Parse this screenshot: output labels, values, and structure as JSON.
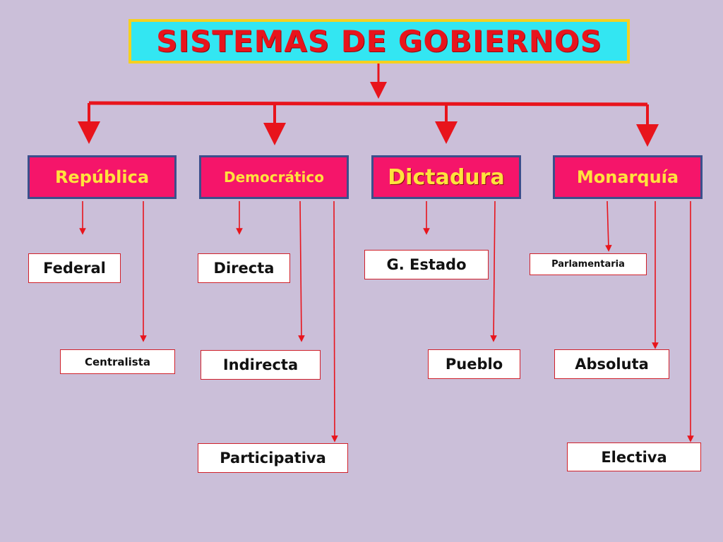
{
  "title": "SISTEMAS DE GOBIERNOS",
  "colors": {
    "background": "#cbbfd9",
    "title_fill": "#33e6f2",
    "title_border": "#f5d020",
    "title_text": "#e8141c",
    "category_fill": "#f5156a",
    "category_border": "#3b4f8c",
    "category_text": "#ffe23d",
    "connector": "#e8141c",
    "leaf_border": "#d0202a"
  },
  "categories": [
    {
      "label": "República",
      "children": [
        "Federal",
        "Centralista"
      ]
    },
    {
      "label": "Democrático",
      "children": [
        "Directa",
        "Indirecta",
        "Participativa"
      ]
    },
    {
      "label": "Dictadura",
      "children": [
        "G. Estado",
        "Pueblo"
      ]
    },
    {
      "label": "Monarquía",
      "children": [
        "Parlamentaria",
        "Absoluta",
        "Electiva"
      ]
    }
  ]
}
